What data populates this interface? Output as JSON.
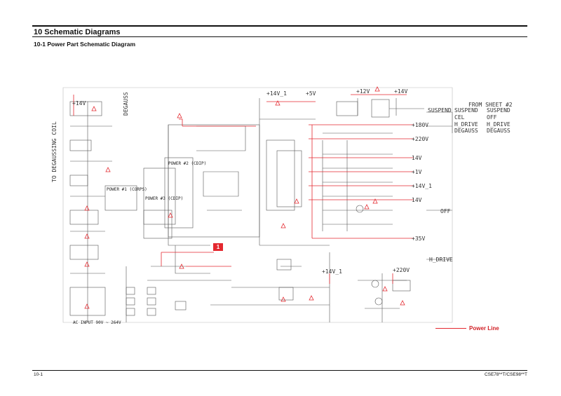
{
  "header": {
    "section_title": "10 Schematic Diagrams",
    "subsection_title": "10-1 Power Part Schematic Diagram"
  },
  "footer": {
    "page_number": "10-1",
    "model": "CSE78**T/CSE98**T"
  },
  "legend": {
    "label": "Power Line",
    "color": "#e4282f"
  },
  "callout": {
    "label": "1"
  },
  "schematic": {
    "rails": [
      "+14V",
      "+14V_1",
      "+5V",
      "+12V",
      "+14V",
      "+180V",
      "+220V",
      "14V",
      "+1V",
      "+14V_1",
      "14V",
      "+35V",
      "+14V_1",
      "+220V"
    ],
    "vertical_labels": [
      "TO DEGAUSSING COIL",
      "DEGAUSS"
    ],
    "net_labels": [
      "SUSPEND",
      "FROM SHEET #2",
      "SUSPEND",
      "CEL",
      "H_DRIVE",
      "DEGAUSS",
      "OFF",
      "H_DRIVE"
    ],
    "net_labels_right": [
      "SUSPEND",
      "OFF",
      "H_DRIVE",
      "DEGAUSS"
    ],
    "block_labels": [
      "POWER #1 (CORPS)",
      "POWER #2 (CDIP)",
      "POWER #3 (CDIP)"
    ],
    "ac_input": "AC INPUT 90V ~ 264V"
  }
}
